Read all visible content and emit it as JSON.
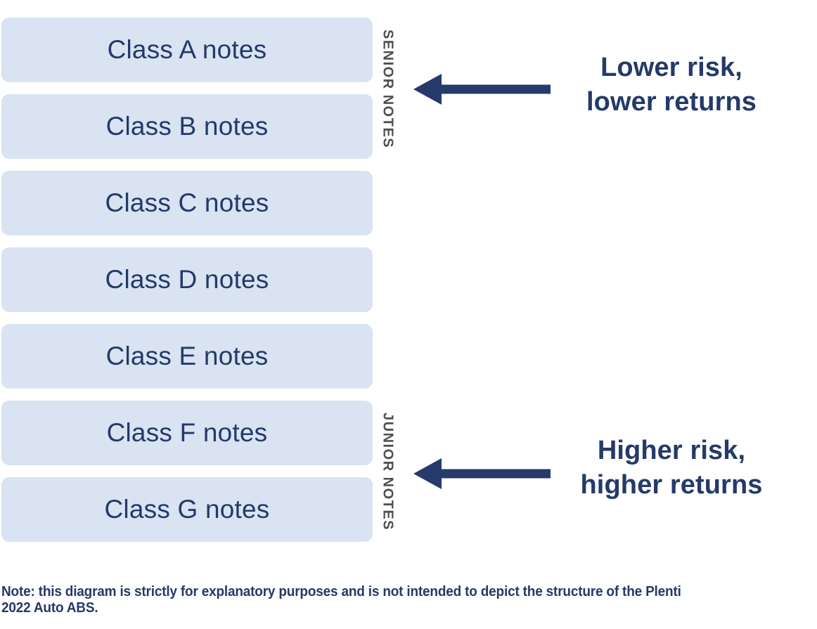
{
  "colors": {
    "box_fill": "#d9e3f1",
    "navy_text": "#243a69",
    "arrow_navy": "#263a6b",
    "group_label_gray": "#4e4f51",
    "background": "#ffffff"
  },
  "boxes": [
    {
      "label": "Class A notes"
    },
    {
      "label": "Class B notes"
    },
    {
      "label": "Class C notes"
    },
    {
      "label": "Class D notes"
    },
    {
      "label": "Class E notes"
    },
    {
      "label": "Class F notes"
    },
    {
      "label": "Class G notes"
    }
  ],
  "groups": {
    "senior": {
      "label": "SENIOR NOTES"
    },
    "junior": {
      "label": "JUNIOR NOTES"
    }
  },
  "annotations": {
    "senior": {
      "line1": "Lower risk,",
      "line2": "lower returns"
    },
    "junior": {
      "line1": "Higher risk,",
      "line2": "higher returns"
    }
  },
  "footnote": {
    "line1": "Note: this diagram is strictly for explanatory purposes and is not intended to depict the structure of the Plenti",
    "line2": "2022 Auto ABS."
  }
}
